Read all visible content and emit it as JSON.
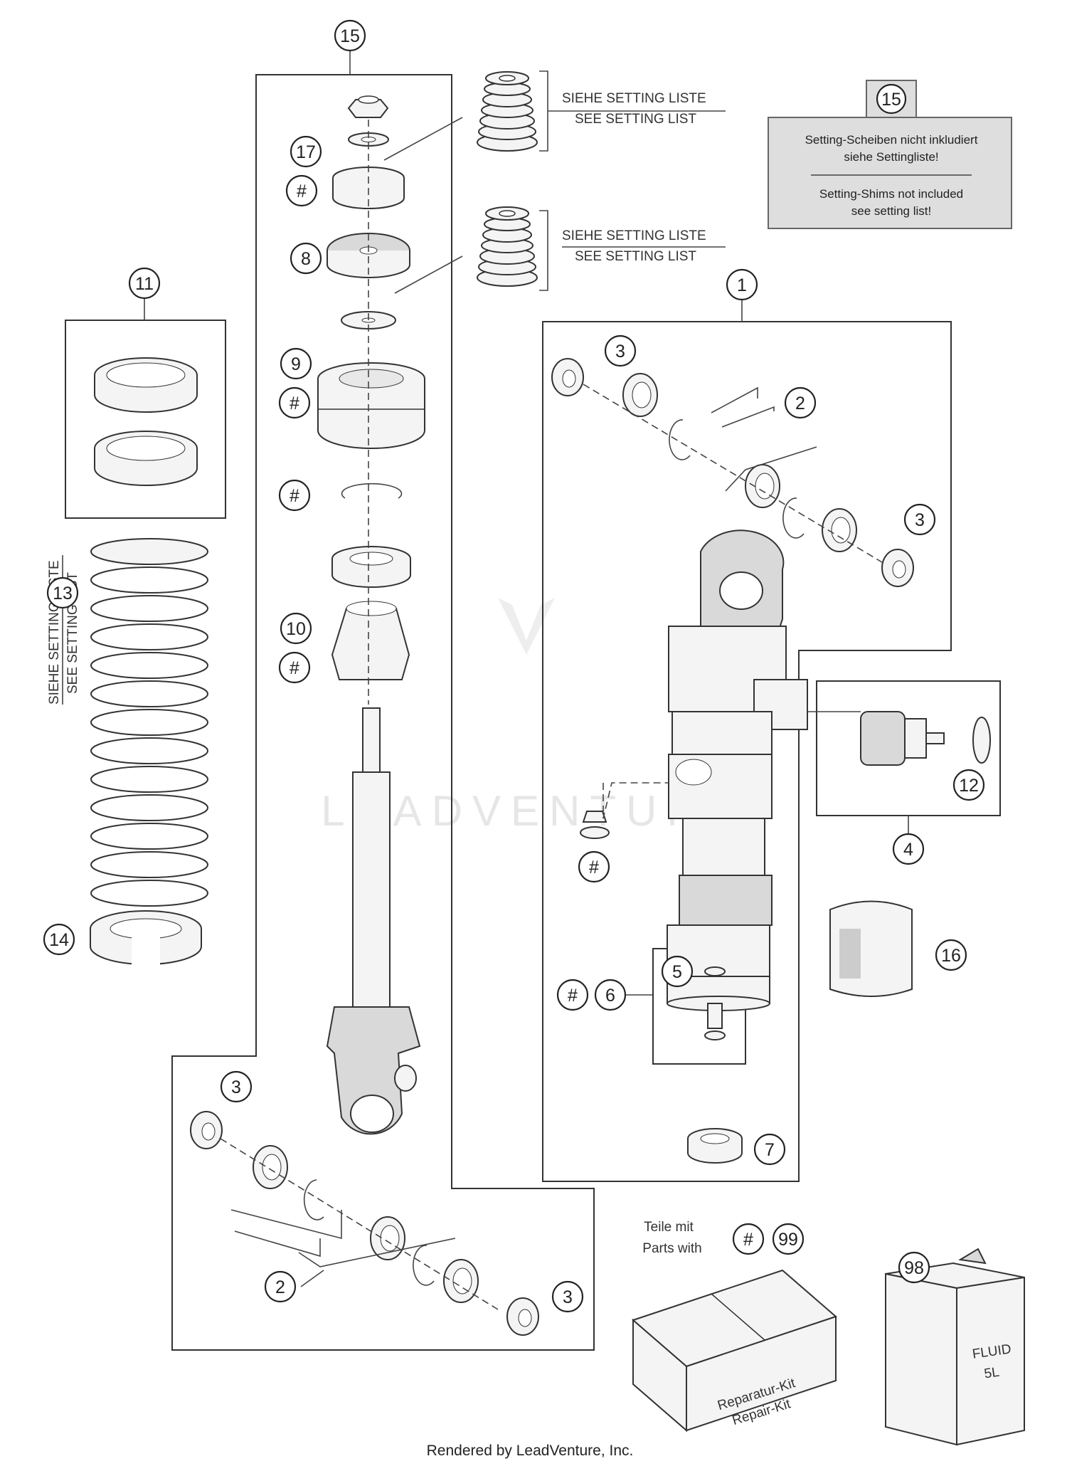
{
  "callouts": {
    "c15_top": "15",
    "c17": "17",
    "c_hash_17": "#",
    "c8": "8",
    "c11": "11",
    "c9": "9",
    "c_hash_9": "#",
    "c_hash_ring": "#",
    "c10": "10",
    "c_hash_10": "#",
    "c13": "13",
    "c14": "14",
    "c1": "1",
    "c2_right": "2",
    "c3_right_top": "3",
    "c3_right_mid": "3",
    "c12": "12",
    "c4": "4",
    "c_hash_valve": "#",
    "c16": "16",
    "c5": "5",
    "c_hash_6": "#",
    "c6": "6",
    "c7": "7",
    "c3_left_top": "3",
    "c2_left": "2",
    "c3_left_bottom": "3",
    "c_hash_99": "#",
    "c99": "99",
    "c98": "98",
    "c15_note": "15"
  },
  "labels": {
    "setting_de_1": "SIEHE SETTING LISTE",
    "setting_en_1": "SEE SETTING LIST",
    "setting_de_2": "SIEHE SETTING LISTE",
    "setting_en_2": "SEE SETTING LIST",
    "spring_de": "SIEHE SETTING LISTE",
    "spring_en": "SEE SETTING LIST",
    "parts_with_de": "Teile mit",
    "parts_with_en": "Parts with",
    "repair_kit_de": "Reparatur-Kit",
    "repair_kit_en": "Repair-Kit",
    "fluid_1": "FLUID",
    "fluid_2": "5L"
  },
  "note": {
    "de_line1": "Setting-Scheiben nicht inkludiert",
    "de_line2": "siehe Settingliste!",
    "en_line1": "Setting-Shims not included",
    "en_line2": "see setting list!"
  },
  "watermark": "LEADVENTURE",
  "footer": "Rendered by LeadVenture, Inc."
}
